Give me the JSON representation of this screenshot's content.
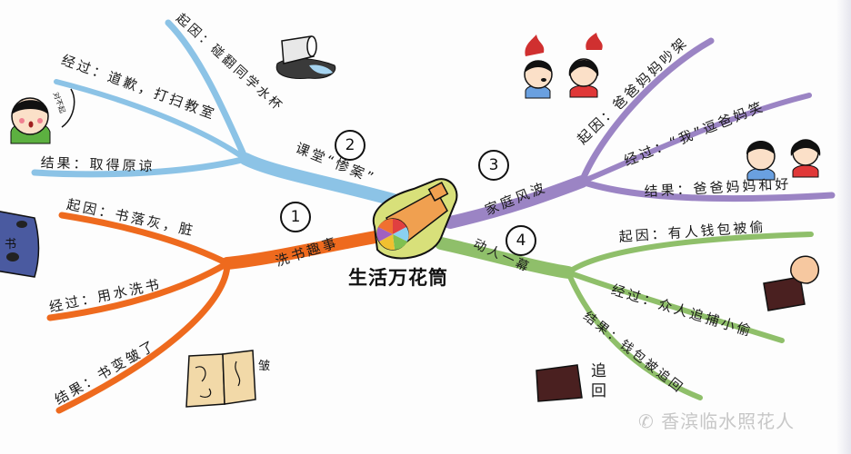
{
  "center": {
    "title": "生活万花筒",
    "icon": "kaleidoscope-icon"
  },
  "branches": [
    {
      "number": "1",
      "topic": "洗书趣事",
      "color": "#ee6a1e",
      "cause": "起因：书落灰，脏",
      "process": "经过：用水洗书",
      "result": "结果：书变皱了",
      "illustrations": [
        "dirty-book-icon",
        "wrinkled-book-icon"
      ],
      "book_label": "书",
      "wrinkle_label": "皱"
    },
    {
      "number": "2",
      "topic": "课堂“惨案”",
      "color": "#8cc3e6",
      "cause": "起因：碰翻同学水杯",
      "process": "经过：道歉，打扫教室",
      "result": "结果：取得原谅",
      "illustrations": [
        "spilled-cup-icon",
        "apologizing-child-icon"
      ],
      "speech": "对不起"
    },
    {
      "number": "3",
      "topic": "家庭风波",
      "color": "#9b84c4",
      "cause": "起因：爸爸妈妈吵架",
      "process": "经过：“我”逗爸妈笑",
      "result": "结果：爸爸妈妈和好",
      "illustrations": [
        "angry-parents-icon",
        "happy-parents-icon"
      ]
    },
    {
      "number": "4",
      "topic": "动人一幕",
      "color": "#8fbf6a",
      "cause": "起因：有人钱包被偷",
      "process": "经过：众人追捕小偷",
      "result": "结果：钱包被追回",
      "illustrations": [
        "stolen-wallet-icon",
        "recovered-wallet-icon"
      ],
      "recover_label": "追回"
    }
  ],
  "watermark": "香滨临水照花人"
}
